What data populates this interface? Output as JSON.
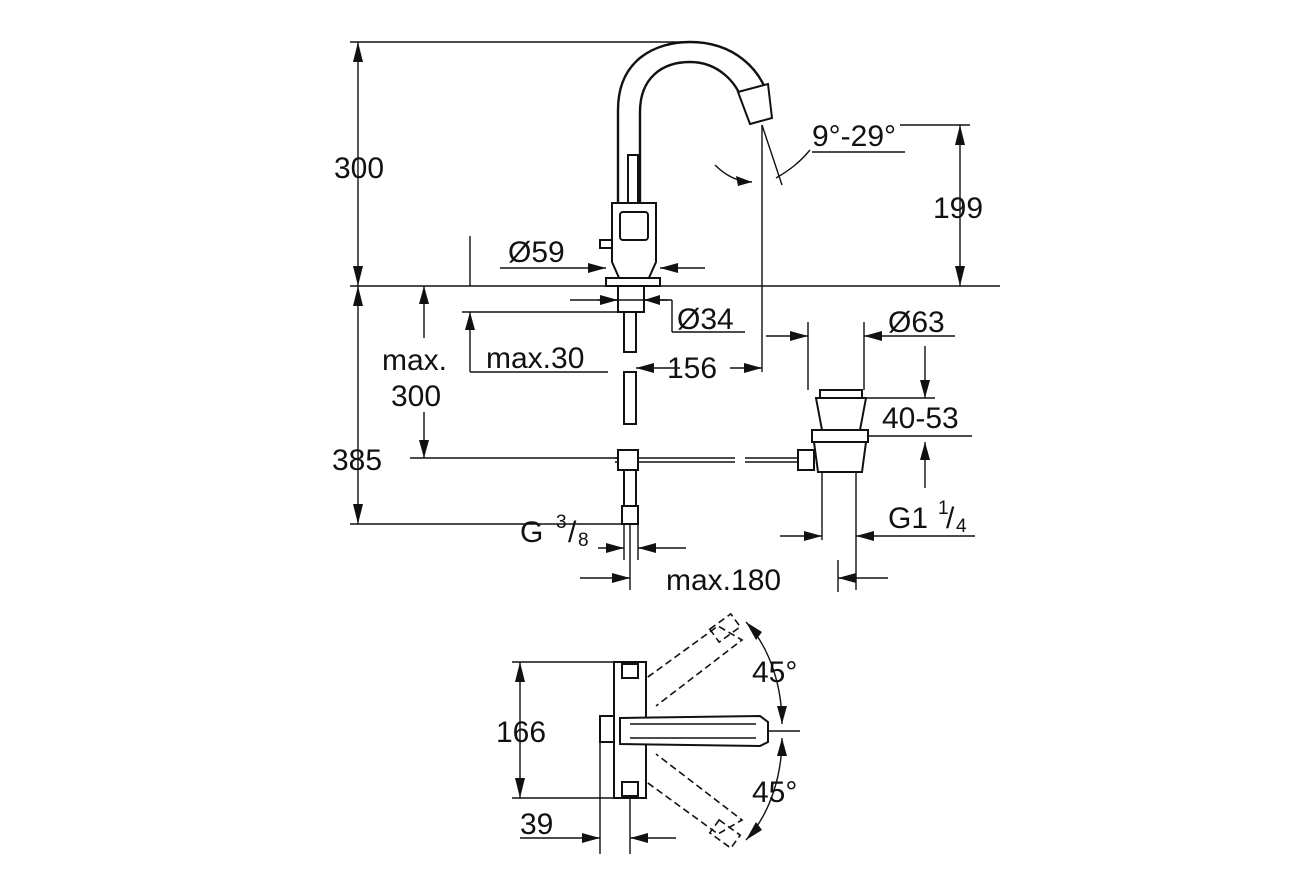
{
  "dimensions": {
    "height_total": "300",
    "spout_height": "199",
    "swivel_angle": "9°-29°",
    "diameter_base": "Ø59",
    "diameter_shank": "Ø34",
    "diameter_waste": "Ø63",
    "max_label": "max.",
    "max_value": "300",
    "max_30": "max.30",
    "reach": "156",
    "waste_range": "40-53",
    "below_length": "385",
    "connection_base": "G",
    "connection_num": "3",
    "connection_den": "8",
    "waste_base": "G1",
    "waste_num": "1",
    "waste_den": "4",
    "max_180": "max.180",
    "plan_length": "166",
    "plan_offset": "39",
    "angle_up": "45°",
    "angle_down": "45°"
  },
  "colors": {
    "line": "#111111",
    "background": "#ffffff"
  }
}
